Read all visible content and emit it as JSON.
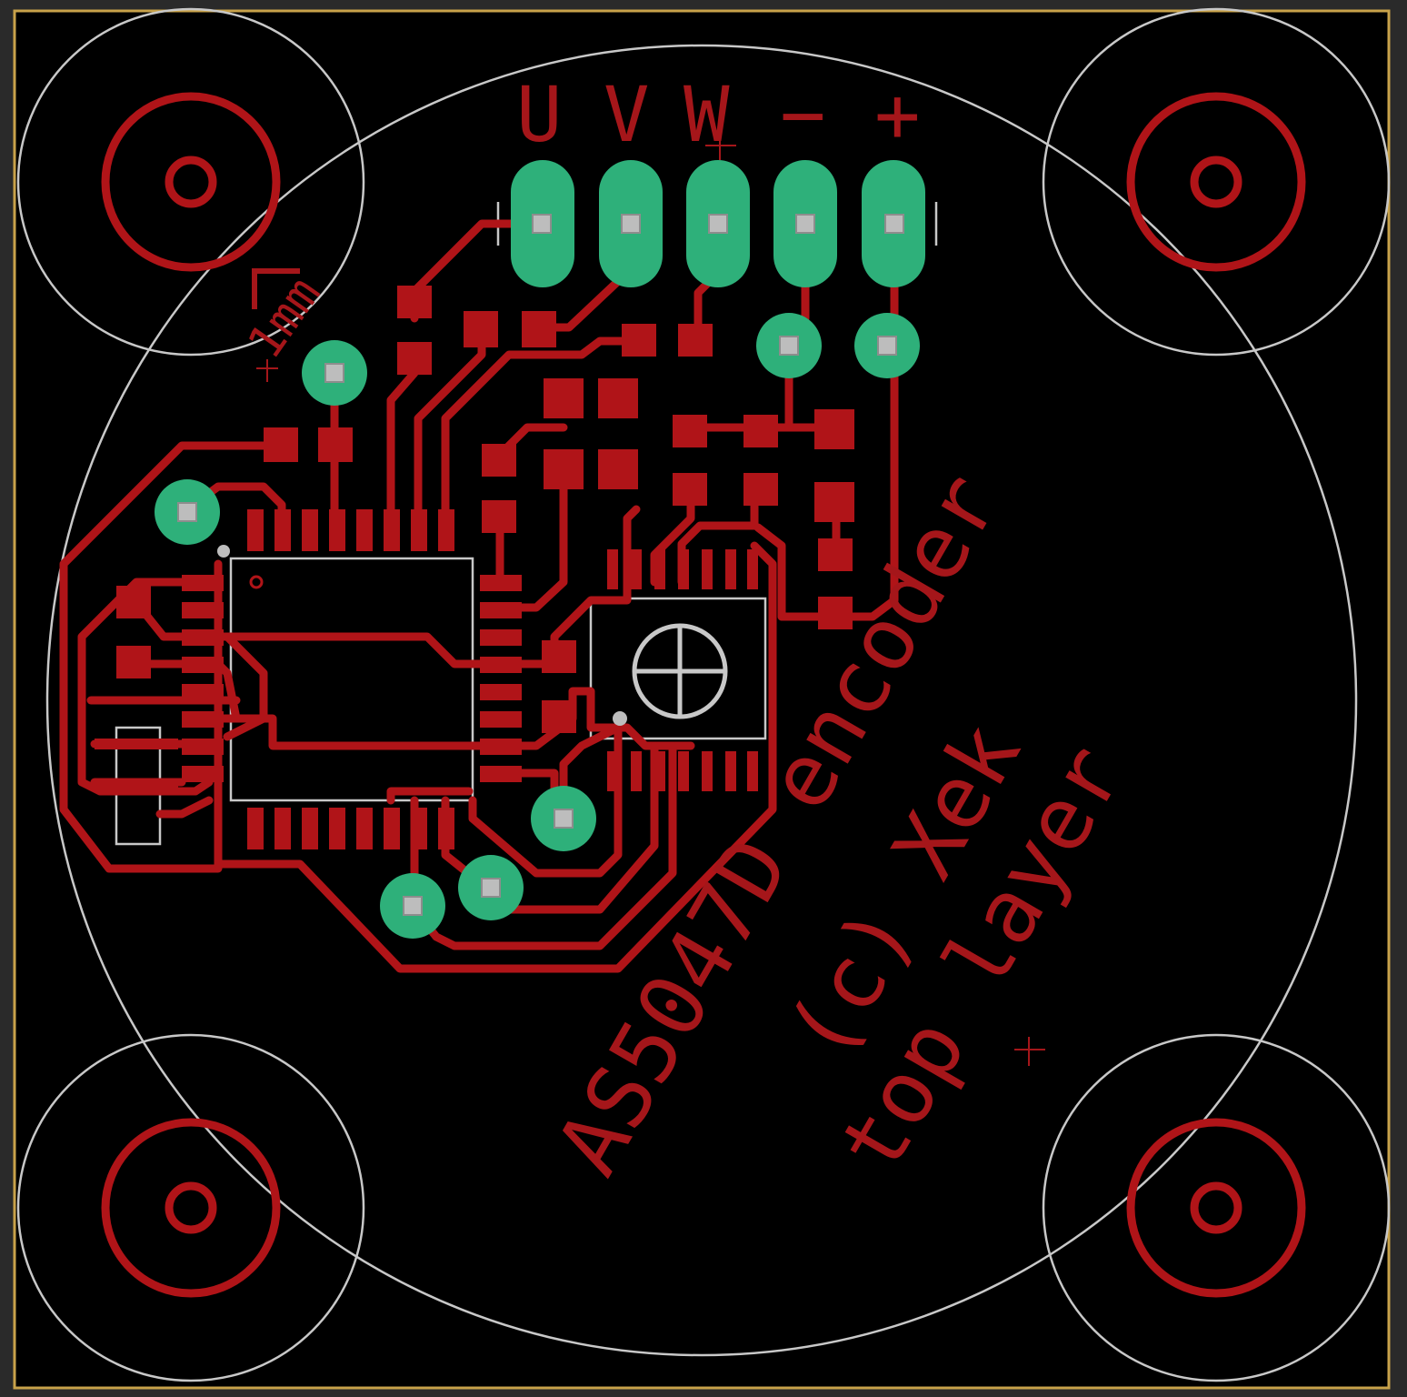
{
  "colors": {
    "background": "#000000",
    "frame": "#2a2a2a",
    "copper": "#b01418",
    "via": "#2eb07a",
    "silkscreen": "#c8c8c8",
    "outline": "#c8a24a"
  },
  "connector_labels": [
    "U",
    "V",
    "W",
    "−",
    "+"
  ],
  "scale_label": "1mm",
  "board_text": {
    "line1": "AS5047D encoder",
    "line2": "(c) Xek",
    "line3": "top layer"
  },
  "icons": {
    "sensor_marker": "crosshair-circle-icon",
    "mounting_hole": "mounting-hole-icon"
  }
}
